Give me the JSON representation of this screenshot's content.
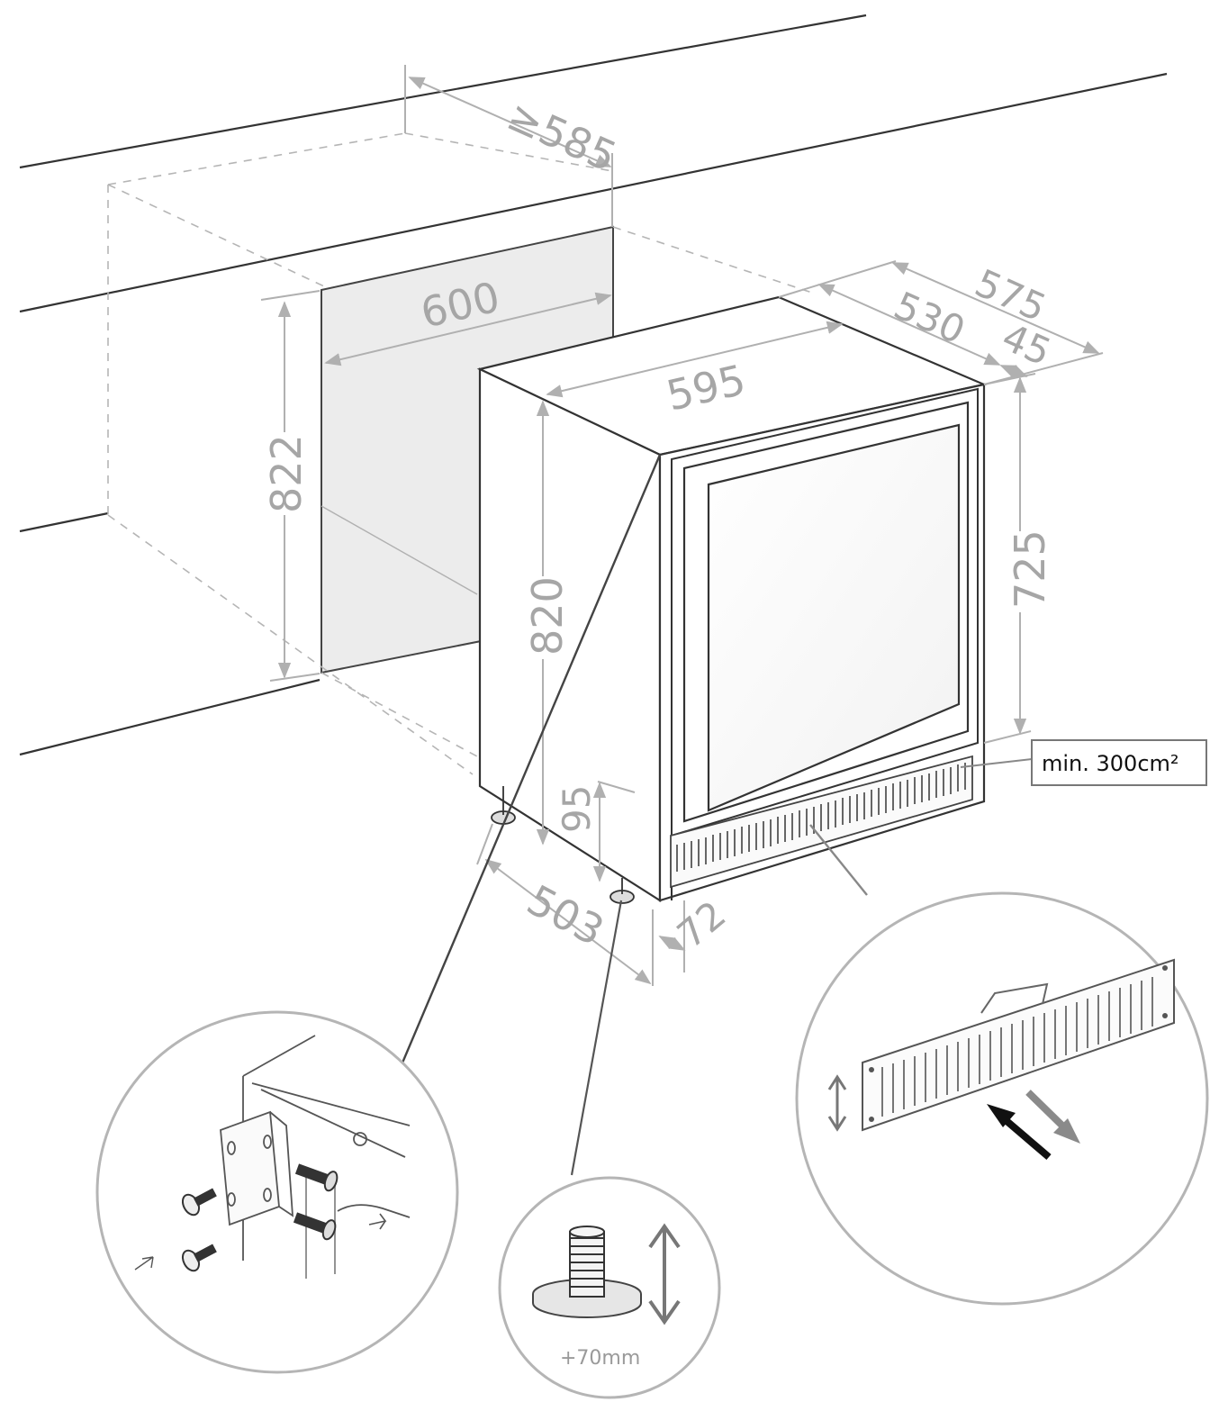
{
  "dimensions": {
    "niche_depth": "≥585",
    "niche_width": "600",
    "niche_height": "822",
    "appliance_width": "595",
    "appliance_height": "820",
    "total_depth": "575",
    "body_depth": "530",
    "door_depth": "45",
    "door_height": "725",
    "plinth_height": "95",
    "foot_depth": "503",
    "plinth_offset": "72"
  },
  "labels": {
    "ventilation": "min. 300cm²",
    "foot_adjustment": "+70mm"
  },
  "colors": {
    "dimension_text": "#a6a6a6",
    "line_dark": "#333333",
    "circle_outline": "#b5b5b5",
    "niche_fill": "#e9e9e9",
    "arrow_dark": "#111111",
    "arrow_grey": "#8a8a8a"
  }
}
